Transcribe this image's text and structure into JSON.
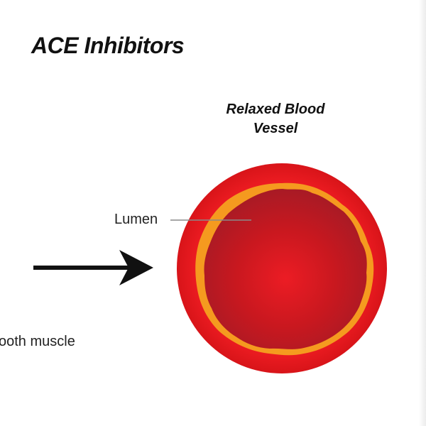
{
  "title": "ACE Inhibitors",
  "vessel": {
    "label_line1": "Relaxed Blood",
    "label_line2": "Vessel"
  },
  "labels": {
    "lumen": "Lumen",
    "smooth_muscle": "ooth muscle"
  },
  "icons": {
    "arrow": "right-arrow-icon"
  },
  "colors": {
    "vessel_wall": "#e8161b",
    "smooth_muscle_ring": "#f59a1f",
    "lumen": "#c0141e",
    "text": "#111111"
  }
}
